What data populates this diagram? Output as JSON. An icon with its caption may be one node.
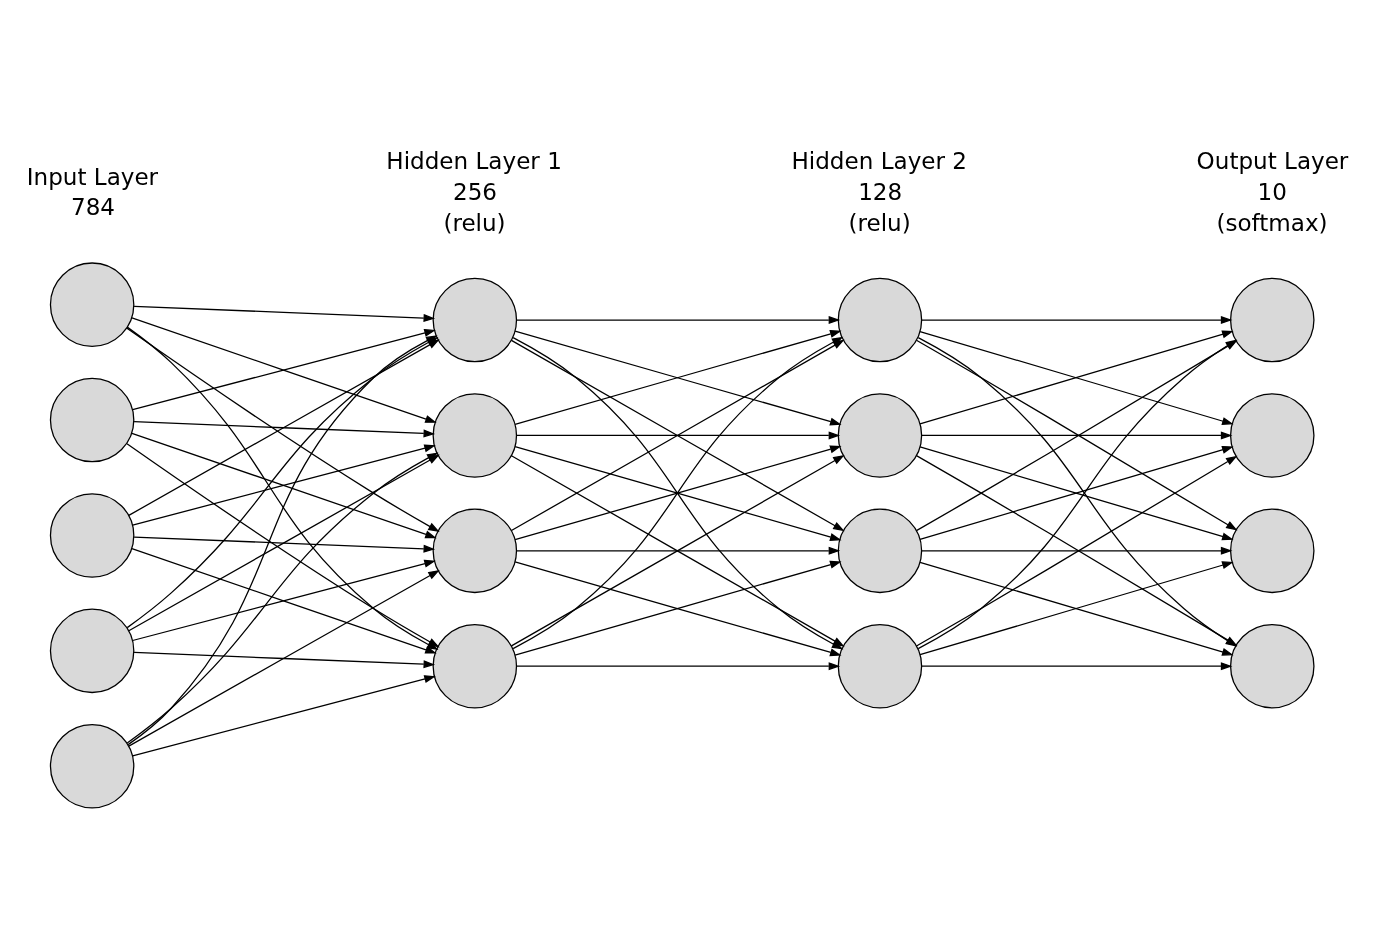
{
  "diagram": {
    "nodes": [
      {
        "text": [],
        "shape": "circle"
      },
      {
        "text": [],
        "shape": "circle"
      },
      {
        "text": [],
        "shape": "circle"
      },
      {
        "text": [],
        "shape": "circle"
      },
      {
        "text": [],
        "shape": "circle"
      },
      {
        "text": [],
        "shape": "circle"
      },
      {
        "text": [],
        "shape": "circle"
      },
      {
        "text": [],
        "shape": "circle"
      },
      {
        "text": [],
        "shape": "circle"
      },
      {
        "text": [],
        "shape": "circle"
      },
      {
        "text": [],
        "shape": "circle"
      },
      {
        "text": [],
        "shape": "circle"
      },
      {
        "text": [],
        "shape": "circle"
      },
      {
        "text": [],
        "shape": "circle"
      },
      {
        "text": [],
        "shape": "circle"
      },
      {
        "text": [],
        "shape": "circle"
      },
      {
        "text": [],
        "shape": "circle"
      }
    ],
    "edges": [
      {
        "from": 0,
        "to": 5,
        "arrow": "to"
      },
      {
        "from": 0,
        "to": 6,
        "arrow": "to"
      },
      {
        "from": 0,
        "to": 7,
        "arrow": "to"
      },
      {
        "from": 0,
        "to": 8,
        "arrow": "to"
      },
      {
        "from": 1,
        "to": 5,
        "arrow": "to"
      },
      {
        "from": 1,
        "to": 6,
        "arrow": "to"
      },
      {
        "from": 1,
        "to": 7,
        "arrow": "to"
      },
      {
        "from": 1,
        "to": 8,
        "arrow": "to"
      },
      {
        "from": 2,
        "to": 5,
        "arrow": "to"
      },
      {
        "from": 2,
        "to": 6,
        "arrow": "to"
      },
      {
        "from": 2,
        "to": 7,
        "arrow": "to"
      },
      {
        "from": 2,
        "to": 8,
        "arrow": "to"
      },
      {
        "from": 3,
        "to": 5,
        "arrow": "to"
      },
      {
        "from": 3,
        "to": 6,
        "arrow": "to"
      },
      {
        "from": 3,
        "to": 7,
        "arrow": "to"
      },
      {
        "from": 3,
        "to": 8,
        "arrow": "to"
      },
      {
        "from": 4,
        "to": 5,
        "arrow": "to"
      },
      {
        "from": 4,
        "to": 6,
        "arrow": "to"
      },
      {
        "from": 4,
        "to": 7,
        "arrow": "to"
      },
      {
        "from": 4,
        "to": 8,
        "arrow": "to"
      },
      {
        "from": 5,
        "to": 9,
        "arrow": "to"
      },
      {
        "from": 5,
        "to": 10,
        "arrow": "to"
      },
      {
        "from": 5,
        "to": 11,
        "arrow": "to"
      },
      {
        "from": 5,
        "to": 12,
        "arrow": "to"
      },
      {
        "from": 6,
        "to": 9,
        "arrow": "to"
      },
      {
        "from": 6,
        "to": 10,
        "arrow": "to"
      },
      {
        "from": 6,
        "to": 11,
        "arrow": "to"
      },
      {
        "from": 6,
        "to": 12,
        "arrow": "to"
      },
      {
        "from": 7,
        "to": 9,
        "arrow": "to"
      },
      {
        "from": 7,
        "to": 10,
        "arrow": "to"
      },
      {
        "from": 7,
        "to": 11,
        "arrow": "to"
      },
      {
        "from": 7,
        "to": 12,
        "arrow": "to"
      },
      {
        "from": 8,
        "to": 9,
        "arrow": "to"
      },
      {
        "from": 8,
        "to": 10,
        "arrow": "to"
      },
      {
        "from": 8,
        "to": 11,
        "arrow": "to"
      },
      {
        "from": 8,
        "to": 12,
        "arrow": "to"
      },
      {
        "from": 9,
        "to": 13,
        "arrow": "to"
      },
      {
        "from": 9,
        "to": 14,
        "arrow": "to"
      },
      {
        "from": 9,
        "to": 15,
        "arrow": "to"
      },
      {
        "from": 9,
        "to": 16,
        "arrow": "to"
      },
      {
        "from": 10,
        "to": 13,
        "arrow": "to"
      },
      {
        "from": 10,
        "to": 14,
        "arrow": "to"
      },
      {
        "from": 10,
        "to": 15,
        "arrow": "to"
      },
      {
        "from": 10,
        "to": 16,
        "arrow": "to"
      },
      {
        "from": 11,
        "to": 13,
        "arrow": "to"
      },
      {
        "from": 11,
        "to": 14,
        "arrow": "to"
      },
      {
        "from": 11,
        "to": 15,
        "arrow": "to"
      },
      {
        "from": 11,
        "to": 16,
        "arrow": "to"
      },
      {
        "from": 12,
        "to": 13,
        "arrow": "to"
      },
      {
        "from": 12,
        "to": 14,
        "arrow": "to"
      },
      {
        "from": 12,
        "to": 15,
        "arrow": "to"
      },
      {
        "from": 12,
        "to": 16,
        "arrow": "to"
      }
    ],
    "labels": [
      "Input Layer",
      "784",
      "Hidden Layer 1",
      "256",
      "(relu)",
      "Hidden Layer 2",
      "128",
      "(relu)",
      "Output Layer",
      "10",
      "(softmax)"
    ]
  }
}
